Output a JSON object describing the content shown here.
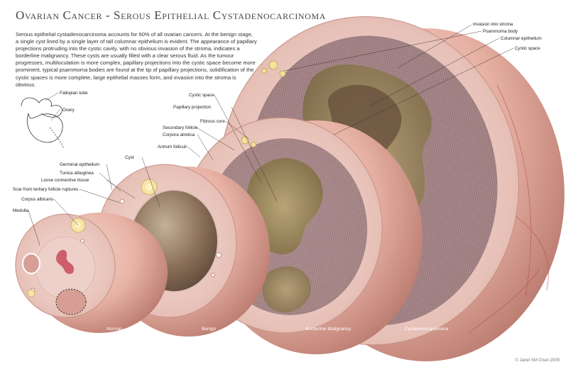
{
  "title": "Ovarian Cancer - Serous Epithelial Cystadenocarcinoma",
  "intro": "Serous epithelial cystadenocarcinoma accounts for 60% of all ovarian cancers. At the benign stage, a single cyst lined by a single layer of tall columnar epithelium is evident. The appearance of papillary projections protruding into the cystic cavity, with no obvious invasion of the stroma, indicates a borderline malignancy. These cysts are usually filled with a clear serous fluid. As the tumour progresses, multiloculation is more complex, papillary projections into the cystic space become more prominent, typical psammoma bodies are found at the tip of papillary projections, solidification of the cystic spaces is more complete, large epithelial masses form, and invasion into the stroma is obvious.",
  "labels": {
    "fallopian_tube": "Fallopian tube",
    "ovary": "Ovary",
    "invasion_into_stroma": "Invasion into stroma",
    "psammoma_body": "Psammoma body",
    "columnar_epithelium": "Columnar epithelium",
    "cystic_space_right": "Cystic space",
    "cystic_space_mid": "Cystic space",
    "papillary_projection": "Papillary projection",
    "fibrous_core": "Fibrous core",
    "secondary_follicle": "Secondary follicle",
    "corpora_atretica": "Corpora atretica",
    "antrum_folliculi": "Antrum folliculi",
    "cyst": "Cyst",
    "germinal_epithelium": "Germinal epithelium",
    "tunica_albuginea": "Tunica albuginea",
    "loose_connective_tissue": "Loose connective tissue",
    "scar_tertiary": "Scar from tertiary follicle ruptures",
    "corpus_albicans": "Corpus albicans",
    "medulla": "Medulla"
  },
  "stages": {
    "normal": "Normal",
    "benign": "Benign",
    "borderline": "Borderline Malignancy",
    "cystadenocarcinoma": "Cystadenocarcinoma"
  },
  "credit": "© Janet SM Chan 2009",
  "colors": {
    "tissue_pink": "#e8b3a6",
    "tissue_dark": "#c98a7e",
    "cyst_brown": "#8a6f58",
    "papillary_olive": "#9a8758",
    "stroma_mauve": "#a08085"
  }
}
